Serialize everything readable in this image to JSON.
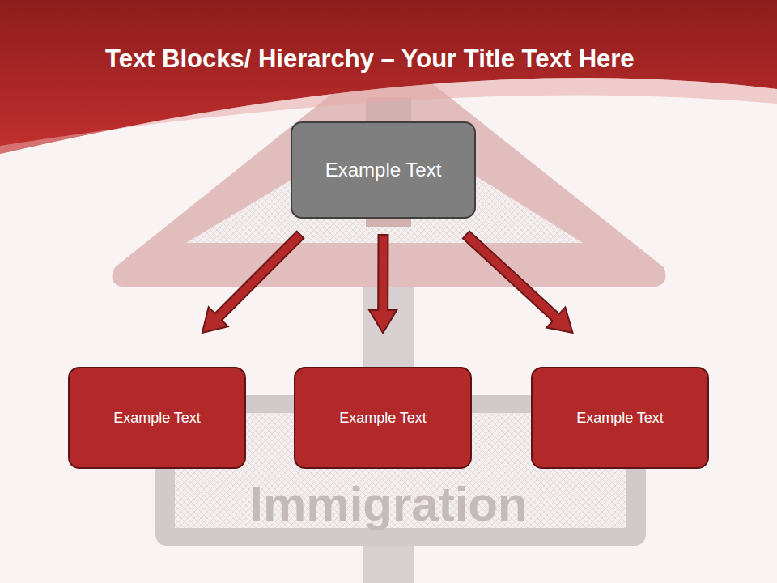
{
  "diagram": {
    "title": "Text Blocks/ Hierarchy – Your Title Text Here",
    "nodes": [
      {
        "text": [
          "Example Text"
        ]
      },
      {
        "text": [
          "Example Text"
        ]
      },
      {
        "text": [
          "Example Text"
        ]
      },
      {
        "text": [
          "Example Text"
        ]
      }
    ],
    "edges": [
      {
        "from": 0,
        "to": 1,
        "arrow": "to"
      },
      {
        "from": 0,
        "to": 2,
        "arrow": "to"
      },
      {
        "from": 0,
        "to": 3,
        "arrow": "to"
      }
    ],
    "labels": [
      "Immigration"
    ]
  }
}
